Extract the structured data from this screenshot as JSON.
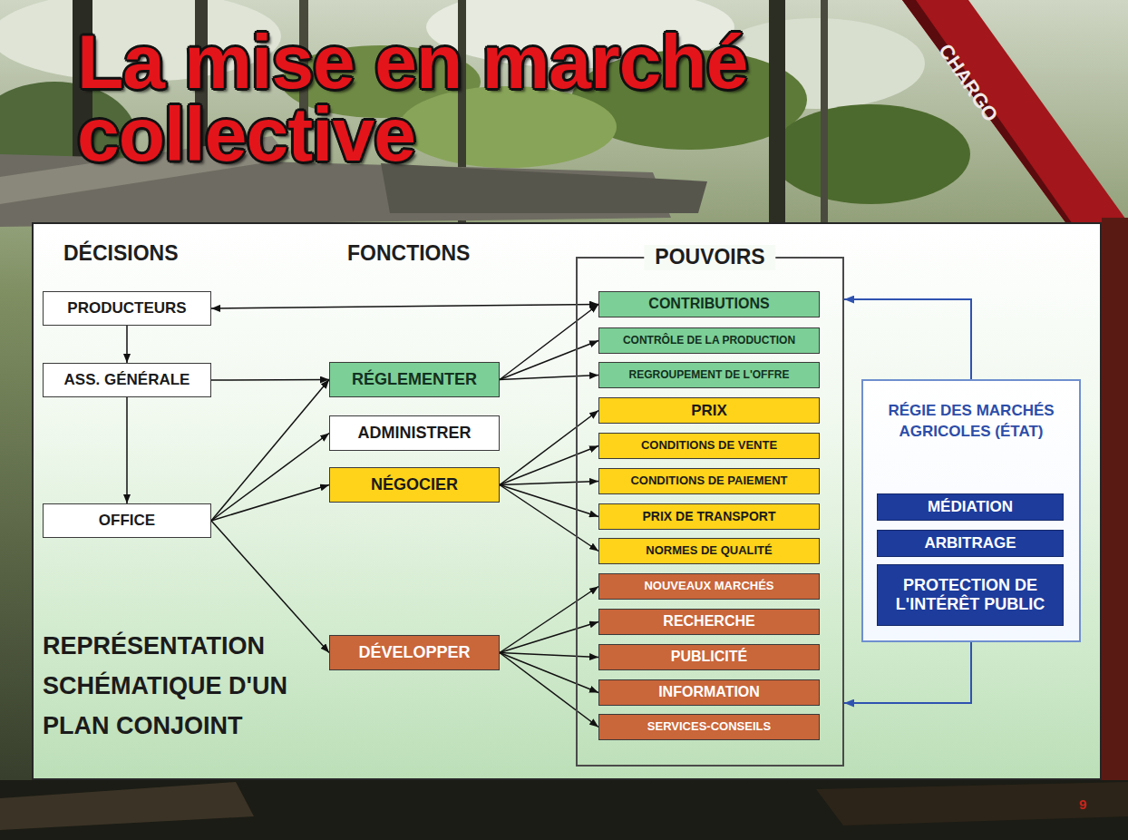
{
  "diagram": {
    "title": "La mise en marché collective",
    "caption": "REPRÉSENTATION SCHÉMATIQUE D'UN PLAN CONJOINT",
    "nodes": [
      {
        "text": [
          "PRODUCTEURS"
        ]
      },
      {
        "text": [
          "ASS. GÉNÉRALE"
        ]
      },
      {
        "text": [
          "OFFICE"
        ]
      },
      {
        "text": [
          "RÉGLEMENTER"
        ]
      },
      {
        "text": [
          "ADMINISTRER"
        ]
      },
      {
        "text": [
          "NÉGOCIER"
        ]
      },
      {
        "text": [
          "DÉVELOPPER"
        ]
      },
      {
        "text": [
          "POUVOIRS"
        ]
      },
      {
        "text": [
          "CONTRIBUTIONS"
        ],
        "in": 7
      },
      {
        "text": [
          "CONTRÔLE DE LA PRODUCTION"
        ],
        "in": 7
      },
      {
        "text": [
          "REGROUPEMENT DE L'OFFRE"
        ],
        "in": 7
      },
      {
        "text": [
          "PRIX"
        ],
        "in": 7
      },
      {
        "text": [
          "CONDITIONS DE VENTE"
        ],
        "in": 7
      },
      {
        "text": [
          "CONDITIONS DE PAIEMENT"
        ],
        "in": 7
      },
      {
        "text": [
          "PRIX DE TRANSPORT"
        ],
        "in": 7
      },
      {
        "text": [
          "NORMES DE QUALITÉ"
        ],
        "in": 7
      },
      {
        "text": [
          "NOUVEAUX MARCHÉS"
        ],
        "in": 7
      },
      {
        "text": [
          "RECHERCHE"
        ],
        "in": 7
      },
      {
        "text": [
          "PUBLICITÉ"
        ],
        "in": 7
      },
      {
        "text": [
          "INFORMATION"
        ],
        "in": 7
      },
      {
        "text": [
          "SERVICES-CONSEILS"
        ],
        "in": 7
      },
      {
        "text": [
          "RÉGIE DES MARCHÉS AGRICOLES (ÉTAT)"
        ]
      },
      {
        "text": [
          "MÉDIATION"
        ],
        "in": 21
      },
      {
        "text": [
          "ARBITRAGE"
        ],
        "in": 21
      },
      {
        "text": [
          "PROTECTION DE L'INTÉRÊT PUBLIC"
        ],
        "in": 21
      }
    ],
    "edges": [
      {
        "from": 0,
        "to": 8,
        "arrow": "both"
      },
      {
        "from": 0,
        "to": 1,
        "arrow": "to"
      },
      {
        "from": 1,
        "to": 2,
        "arrow": "to"
      },
      {
        "from": 1,
        "to": 3,
        "arrow": "to"
      },
      {
        "from": 2,
        "to": 3,
        "arrow": "to"
      },
      {
        "from": 2,
        "to": 4,
        "arrow": "to"
      },
      {
        "from": 2,
        "to": 5,
        "arrow": "to"
      },
      {
        "from": 2,
        "to": 6,
        "arrow": "to"
      },
      {
        "from": 3,
        "to": 8,
        "arrow": "to"
      },
      {
        "from": 3,
        "to": 9,
        "arrow": "to"
      },
      {
        "from": 3,
        "to": 10,
        "arrow": "to"
      },
      {
        "from": 5,
        "to": 11,
        "arrow": "to"
      },
      {
        "from": 5,
        "to": 12,
        "arrow": "to"
      },
      {
        "from": 5,
        "to": 13,
        "arrow": "to"
      },
      {
        "from": 5,
        "to": 14,
        "arrow": "to"
      },
      {
        "from": 5,
        "to": 15,
        "arrow": "to"
      },
      {
        "from": 6,
        "to": 16,
        "arrow": "to"
      },
      {
        "from": 6,
        "to": 17,
        "arrow": "to"
      },
      {
        "from": 6,
        "to": 18,
        "arrow": "to"
      },
      {
        "from": 6,
        "to": 19,
        "arrow": "to"
      },
      {
        "from": 6,
        "to": 20,
        "arrow": "to"
      },
      {
        "from": 21,
        "to": 7,
        "arrow": "to"
      },
      {
        "from": 21,
        "to": 7,
        "arrow": "to"
      }
    ],
    "labels": [
      "DÉCISIONS",
      "FONCTIONS",
      "CHARGO",
      "9"
    ]
  }
}
